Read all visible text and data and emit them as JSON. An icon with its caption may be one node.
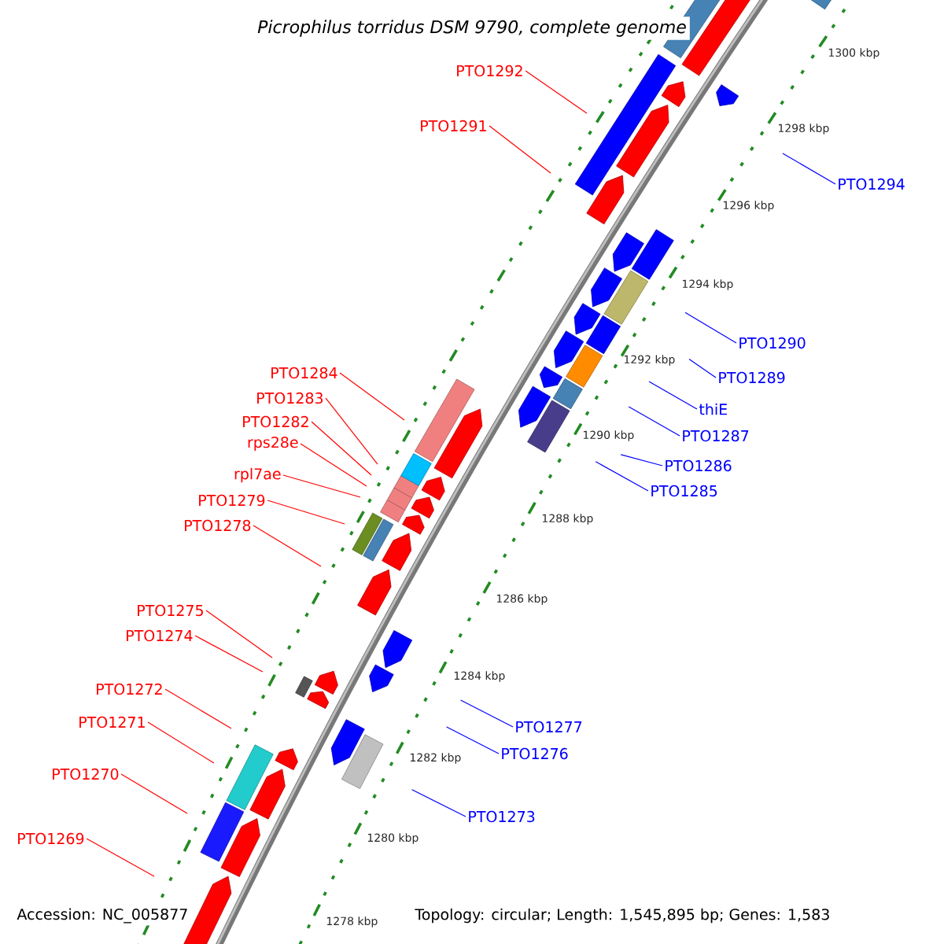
{
  "diagram": {
    "title": "*Picrophilus torridus* DSM 9790, complete genome",
    "nodes": [
      {
        "text": [
          "PTO1292"
        ]
      },
      {
        "text": [
          "PTO1291"
        ]
      },
      {
        "text": [
          "PTO1294"
        ]
      },
      {
        "text": [
          "PTO1290"
        ]
      },
      {
        "text": [
          "PTO1284"
        ]
      },
      {
        "text": [
          "PTO1289"
        ]
      },
      {
        "text": [
          "PTO1283"
        ]
      },
      {
        "text": [
          "thiE"
        ]
      },
      {
        "text": [
          "PTO1282"
        ]
      },
      {
        "text": [
          "PTO1287"
        ]
      },
      {
        "text": [
          "rps28e"
        ]
      },
      {
        "text": [
          "PTO1286"
        ]
      },
      {
        "text": [
          "rpl7ae"
        ]
      },
      {
        "text": [
          "PTO1285"
        ]
      },
      {
        "text": [
          "PTO1279"
        ]
      },
      {
        "text": [
          "PTO1278"
        ]
      },
      {
        "text": [
          "PTO1275"
        ]
      },
      {
        "text": [
          "PTO1274"
        ]
      },
      {
        "text": [
          "PTO1272"
        ]
      },
      {
        "text": [
          "PTO1271"
        ]
      },
      {
        "text": [
          "PTO1277"
        ]
      },
      {
        "text": [
          "PTO1276"
        ]
      },
      {
        "text": [
          "PTO1270"
        ]
      },
      {
        "text": [
          "PTO1273"
        ]
      },
      {
        "text": [
          "PTO1269"
        ]
      }
    ],
    "edges": [
      {
        "from": 0,
        "to": null,
        "arrow": "none"
      },
      {
        "from": 1,
        "to": null,
        "arrow": "none"
      },
      {
        "from": 2,
        "to": null,
        "arrow": "none",
        "color": "#0000ff"
      },
      {
        "from": 3,
        "to": null,
        "arrow": "none",
        "color": "#0000ff"
      },
      {
        "from": 4,
        "to": null,
        "arrow": "none"
      },
      {
        "from": 5,
        "to": null,
        "arrow": "none",
        "color": "#0000ff"
      },
      {
        "from": 6,
        "to": null,
        "arrow": "none"
      },
      {
        "from": 7,
        "to": null,
        "arrow": "none",
        "color": "#0000ff"
      },
      {
        "from": 8,
        "to": null,
        "arrow": "none"
      },
      {
        "from": 9,
        "to": null,
        "arrow": "none",
        "color": "#0000ff"
      },
      {
        "from": 10,
        "to": null,
        "arrow": "none"
      },
      {
        "from": 11,
        "to": null,
        "arrow": "none",
        "color": "#0000ff"
      },
      {
        "from": 12,
        "to": null,
        "arrow": "none"
      },
      {
        "from": 13,
        "to": null,
        "arrow": "none",
        "color": "#0000ff"
      },
      {
        "from": 14,
        "to": null,
        "arrow": "none"
      },
      {
        "from": 15,
        "to": null,
        "arrow": "none"
      },
      {
        "from": 16,
        "to": null,
        "arrow": "none"
      },
      {
        "from": 17,
        "to": null,
        "arrow": "none"
      },
      {
        "from": 18,
        "to": null,
        "arrow": "none"
      },
      {
        "from": 19,
        "to": null,
        "arrow": "none"
      },
      {
        "from": 20,
        "to": null,
        "arrow": "none",
        "color": "#0000ff"
      },
      {
        "from": 21,
        "to": null,
        "arrow": "none",
        "color": "#0000ff"
      },
      {
        "from": 22,
        "to": null,
        "arrow": "none"
      },
      {
        "from": 23,
        "to": null,
        "arrow": "none",
        "color": "#0000ff"
      },
      {
        "from": 24,
        "to": null,
        "arrow": "none"
      }
    ],
    "labels": [
      "1300 kbp",
      "1298 kbp",
      "1296 kbp",
      "1294 kbp",
      "1292 kbp",
      "1290 kbp",
      "1288 kbp",
      "1286 kbp",
      "1284 kbp",
      "1282 kbp",
      "1280 kbp",
      "Accession: NC_005877",
      "1278 kbp",
      "Topology: circular; Length: 1,545,895 bp; Genes: 1,583"
    ]
  }
}
